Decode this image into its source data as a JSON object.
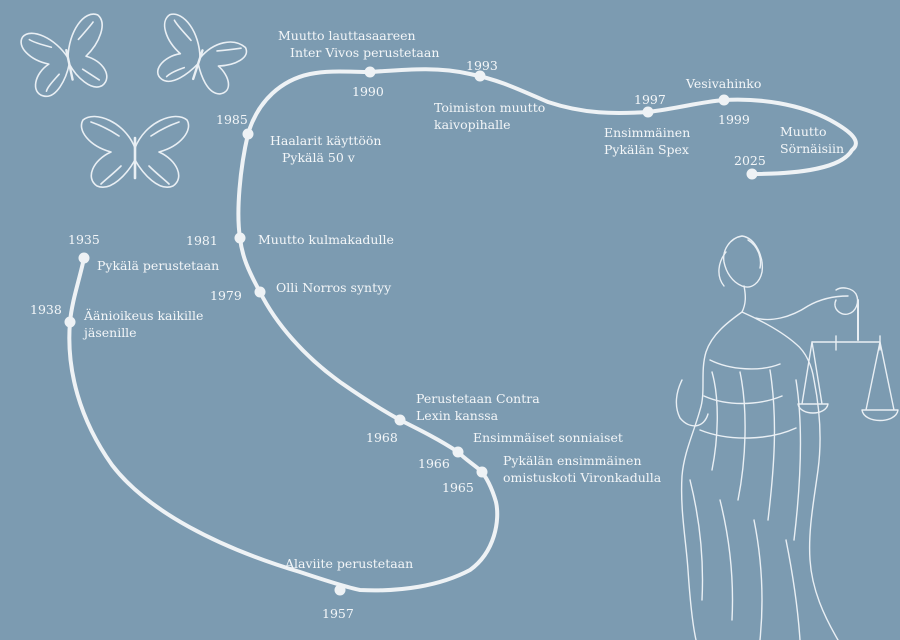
{
  "colors": {
    "background": "#7c9bb1",
    "line": "#eef2f5",
    "text": "#f3f6f8"
  },
  "events": [
    {
      "id": "1935",
      "year": "1935",
      "lines": [
        "Pykälä perustetaan"
      ]
    },
    {
      "id": "1938",
      "year": "1938",
      "lines": [
        "Äänioikeus kaikille",
        "jäsenille"
      ]
    },
    {
      "id": "1957",
      "year": "1957",
      "lines": [
        "Alaviite perustetaan"
      ]
    },
    {
      "id": "1965",
      "year": "1965",
      "lines": [
        "Pykälän ensimmäinen",
        "omistuskoti Vironkadulla"
      ]
    },
    {
      "id": "1966",
      "year": "1966",
      "lines": [
        "Ensimmäiset sonniaiset"
      ]
    },
    {
      "id": "1968",
      "year": "1968",
      "lines": [
        "Perustetaan Contra",
        "Lexin kanssa"
      ]
    },
    {
      "id": "1979",
      "year": "1979",
      "lines": [
        "Olli Norros syntyy"
      ]
    },
    {
      "id": "1981",
      "year": "1981",
      "lines": [
        "Muutto kulmakadulle"
      ]
    },
    {
      "id": "1985",
      "year": "1985",
      "lines": [
        "Haalarit käyttöön",
        "Pykälä 50 v"
      ]
    },
    {
      "id": "1990",
      "year": "1990",
      "lines": [
        "Muutto lauttasaareen",
        "Inter Vivos perustetaan"
      ]
    },
    {
      "id": "1993",
      "year": "1993",
      "lines": [
        "Toimiston muutto",
        "kaivopihalle"
      ]
    },
    {
      "id": "1997",
      "year": "1997",
      "lines": [
        "Ensimmäinen",
        "Pykälän Spex"
      ]
    },
    {
      "id": "1999",
      "year": "1999",
      "lines": [
        "Vesivahinko"
      ]
    },
    {
      "id": "2025",
      "year": "2025",
      "lines": [
        "Muutto",
        "Sörnäisiin"
      ]
    }
  ],
  "decorations": {
    "butterflies": [
      "butterfly-icon",
      "butterfly-icon",
      "butterfly-icon"
    ],
    "statue": "lady-justice-icon"
  }
}
